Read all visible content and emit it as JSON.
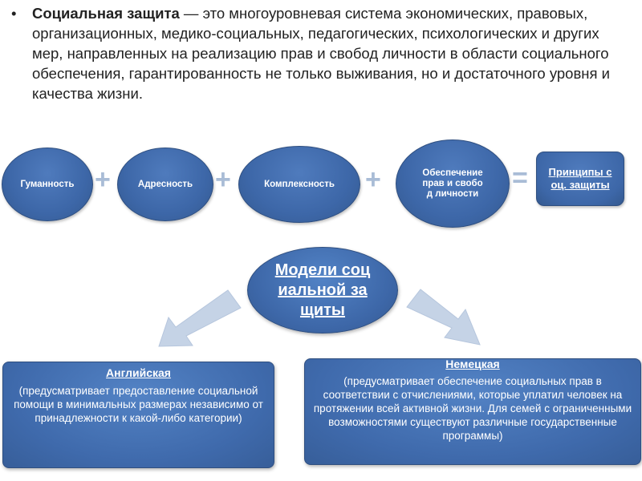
{
  "intro": {
    "bullet": "•",
    "term": "Социальная защита",
    "definition": " — это многоуровневая система экономических, правовых, организационных, медико-социальных, педагогических, психологических и других мер, направленных на реализацию прав и свобод личности в области социального обеспечения, гарантированность не только выживания, но и достаточного уровня и качества жизни."
  },
  "principles": {
    "items": [
      {
        "label": "Гуманность"
      },
      {
        "label": "Адресность"
      },
      {
        "label": "Комплексность"
      },
      {
        "label": "Обеспечение прав и свобод личности"
      }
    ],
    "plus": "+",
    "equals": "=",
    "result": "Принципы соц. защиты"
  },
  "models": {
    "center": "Модели социальной защиты",
    "english": {
      "title": "Английская",
      "description": "(предусматривает предоставление социальной помощи в минимальных размерах независимо от принадлежности к какой-либо категории)"
    },
    "german": {
      "title": "Немецкая",
      "description": "(предусматривает обеспечение социальных прав в соответствии с отчислениями, которые уплатил человек на протяжении всей активной жизни. Для семей с ограниченными возможностями существуют различные государственные программы)"
    }
  },
  "colors": {
    "node_fill": "#3d67a8",
    "operator": "#a9bcd6",
    "arrow": "#c5d3e6"
  }
}
